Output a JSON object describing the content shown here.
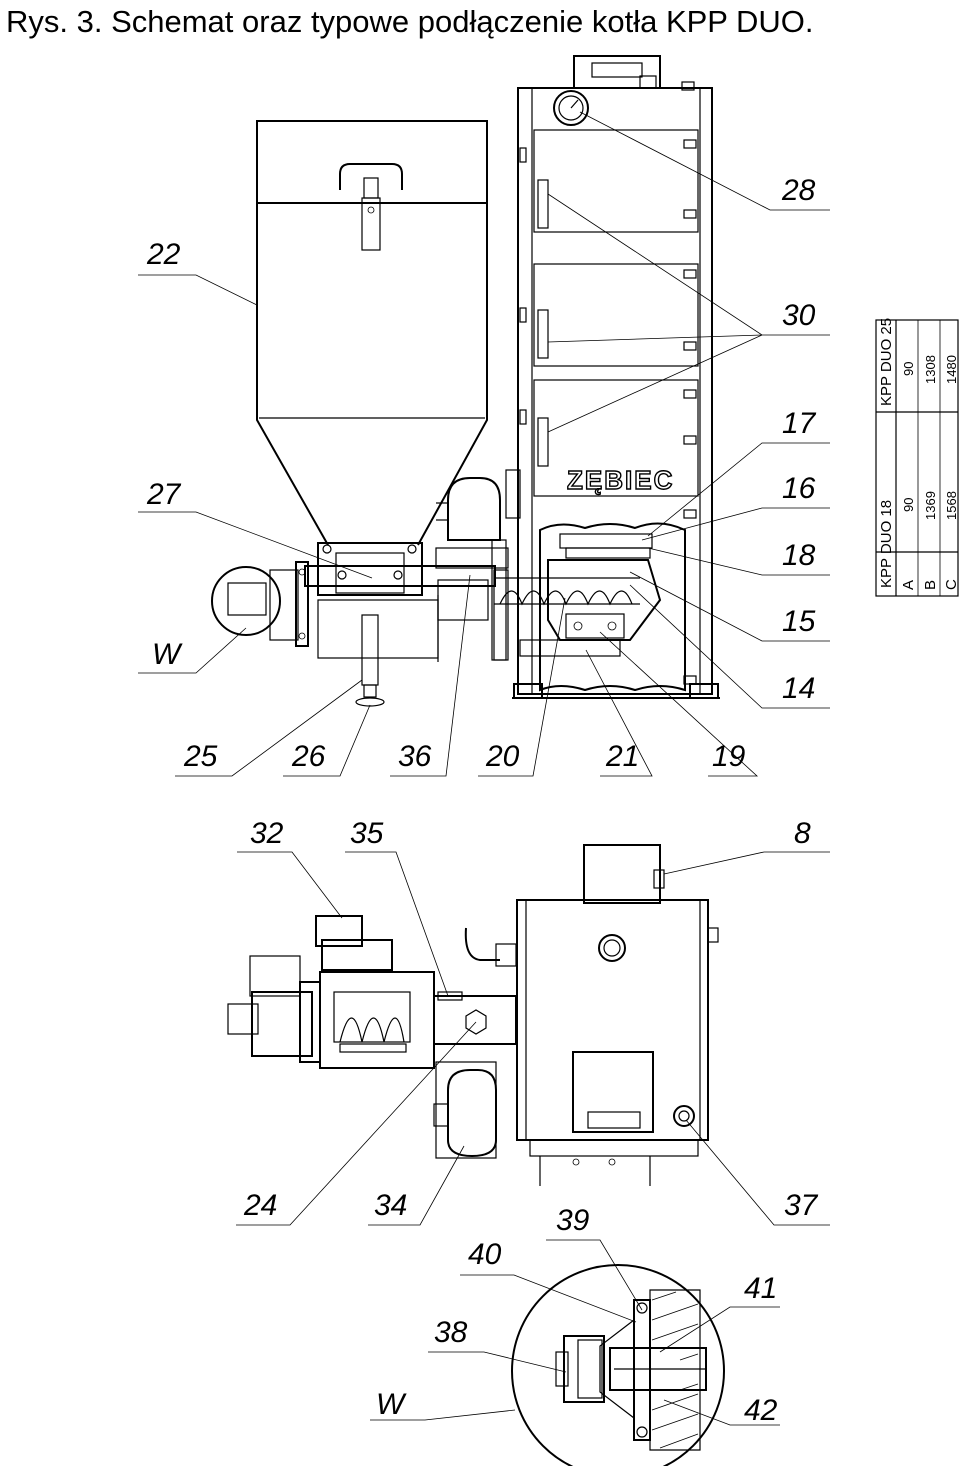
{
  "title": "Rys. 3. Schemat oraz typowe podłączenie kotła KPP DUO.",
  "brand": "ZĘBIEC",
  "callouts": {
    "c22": "22",
    "c27": "27",
    "cW1": "W",
    "c28": "28",
    "c30": "30",
    "c17": "17",
    "c16": "16",
    "c18": "18",
    "c15": "15",
    "c14": "14",
    "c25": "25",
    "c26": "26",
    "c36": "36",
    "c20": "20",
    "c21": "21",
    "c19": "19",
    "c32": "32",
    "c35": "35",
    "c8": "8",
    "c24": "24",
    "c34": "34",
    "c39": "39",
    "c37": "37",
    "c40": "40",
    "c41": "41",
    "c38": "38",
    "cW2": "W",
    "c42": "42"
  },
  "table": {
    "header": [
      "KPP DUO 18",
      "KPP DUO 25"
    ],
    "rows": [
      {
        "label": "A",
        "values": [
          "90",
          "90"
        ]
      },
      {
        "label": "B",
        "values": [
          "1369",
          "1308"
        ]
      },
      {
        "label": "C",
        "values": [
          "1568",
          "1480"
        ]
      }
    ]
  }
}
